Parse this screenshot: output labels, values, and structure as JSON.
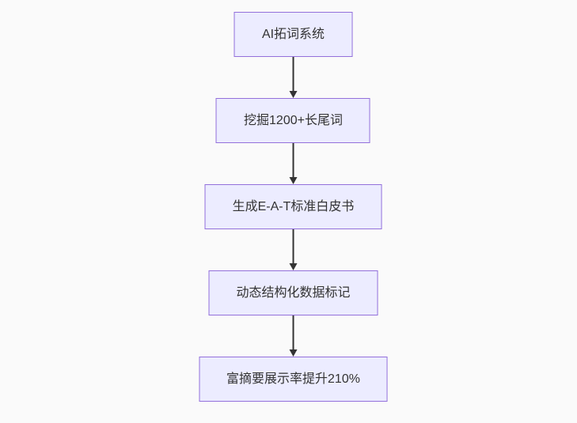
{
  "diagram": {
    "type": "flowchart",
    "direction": "top-down",
    "nodes": [
      {
        "id": "n1",
        "label": "AI拓词系统"
      },
      {
        "id": "n2",
        "label": "挖掘1200+长尾词"
      },
      {
        "id": "n3",
        "label": "生成E-A-T标准白皮书"
      },
      {
        "id": "n4",
        "label": "动态结构化数据标记"
      },
      {
        "id": "n5",
        "label": "富摘要展示率提升210%"
      }
    ],
    "edges": [
      {
        "from": "n1",
        "to": "n2",
        "style": "arrow-down"
      },
      {
        "from": "n2",
        "to": "n3",
        "style": "arrow-down"
      },
      {
        "from": "n3",
        "to": "n4",
        "style": "arrow-down"
      },
      {
        "from": "n4",
        "to": "n5",
        "style": "arrow-down"
      }
    ],
    "colors": {
      "background": "#fafafa",
      "node_fill": "#ececff",
      "node_border": "#9370db",
      "node_text": "#333333",
      "edge": "#333333"
    }
  }
}
